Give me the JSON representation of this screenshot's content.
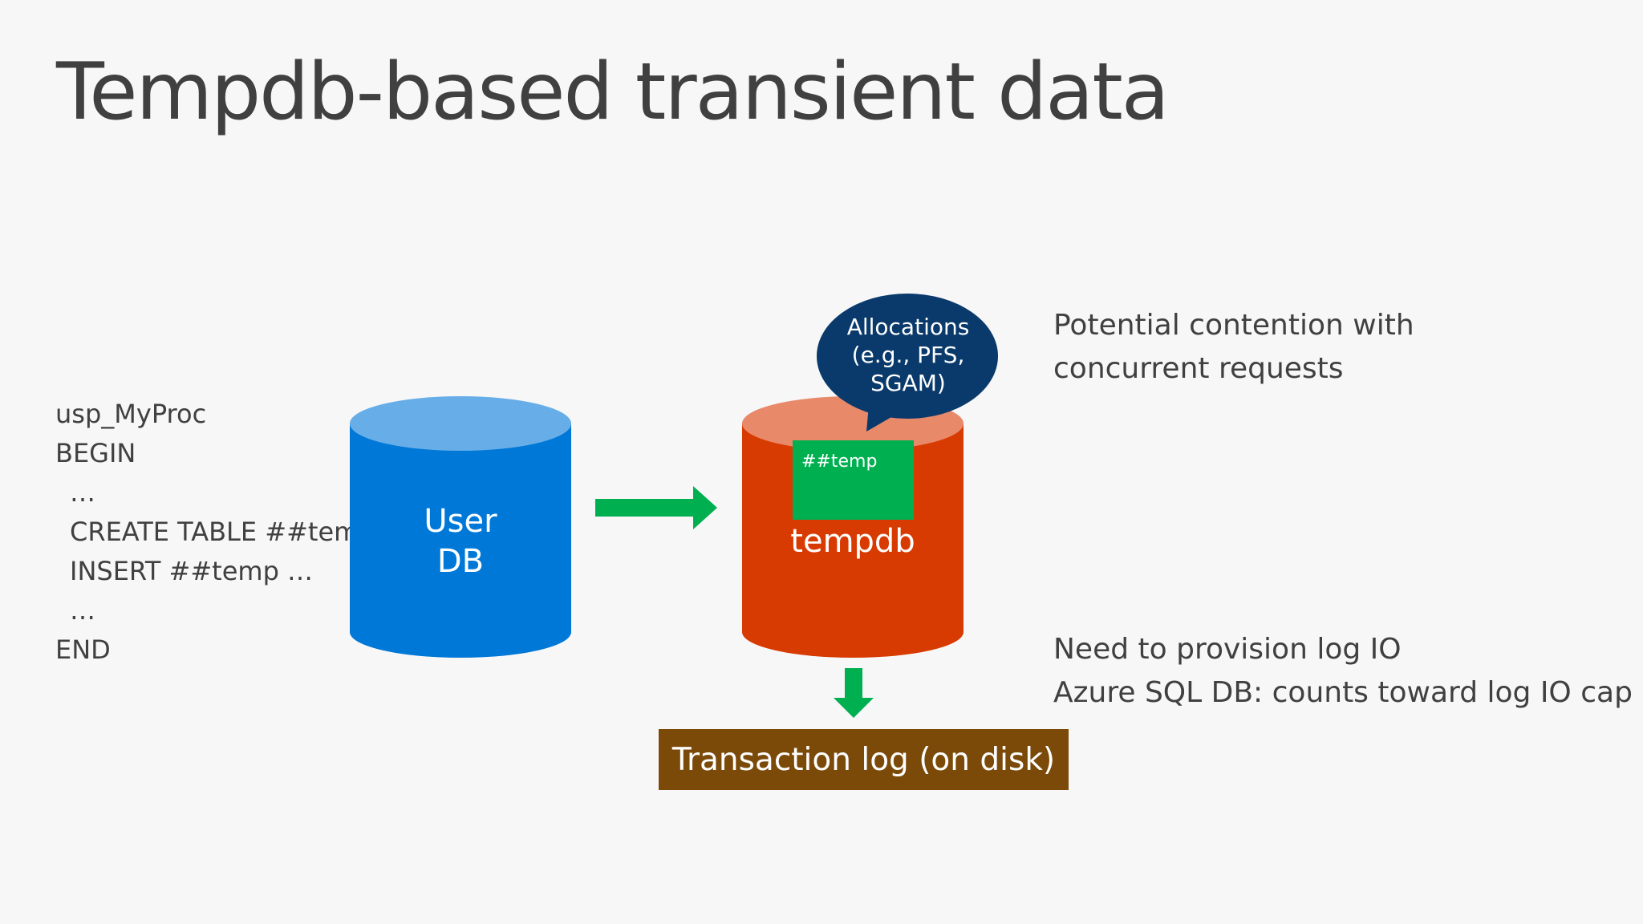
{
  "title": "Tempdb-based transient data",
  "code_lines": [
    {
      "text": "usp_MyProc",
      "indent": false
    },
    {
      "text": "BEGIN",
      "indent": false
    },
    {
      "text": "…",
      "indent": true
    },
    {
      "text": "CREATE TABLE ##temp",
      "indent": true
    },
    {
      "text": "INSERT ##temp …",
      "indent": true
    },
    {
      "text": "…",
      "indent": true
    },
    {
      "text": "END",
      "indent": false
    }
  ],
  "user_db": {
    "line1": "User",
    "line2": "DB",
    "color": "#0078d7",
    "top_color": "#67aee8"
  },
  "tempdb": {
    "label": "tempdb",
    "color": "#d83b01",
    "top_color": "#e8896a",
    "table_label": "##temp",
    "table_color": "#00b050"
  },
  "bubble": {
    "line1": "Allocations",
    "line2": "(e.g., PFS,",
    "line3": "SGAM)",
    "color": "#0a3a6b"
  },
  "notes": {
    "top_line1": "Potential contention with",
    "top_line2": "concurrent requests",
    "bottom_line1": "Need to provision log IO",
    "bottom_line2": "Azure SQL DB: counts toward log IO cap"
  },
  "log_box": {
    "label": "Transaction log (on disk)",
    "color": "#7b4a08"
  },
  "arrow_color": "#00b050"
}
